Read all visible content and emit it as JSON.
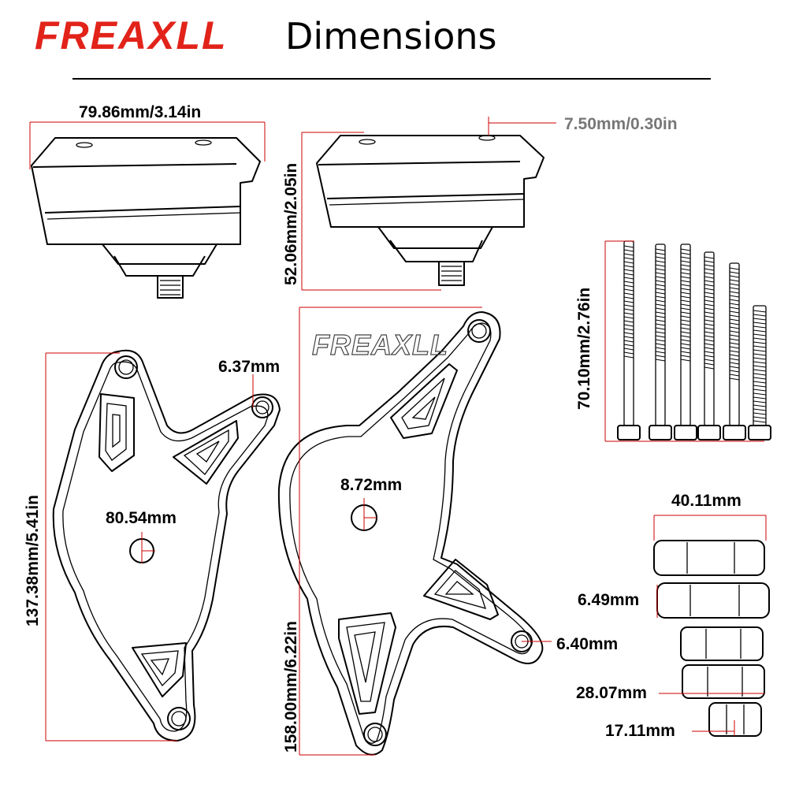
{
  "header": {
    "brand": "FREAXLL",
    "title": "Dimensions",
    "brand_color": "#e2231a"
  },
  "watermark": "FREAXLL",
  "dimensions": {
    "slider_width": "79.86mm/3.14in",
    "slider_height": "52.06mm/2.05in",
    "slider_hole": "7.50mm/0.30in",
    "bolt_length": "70.10mm/2.76in",
    "left_plate_height": "137.38mm/5.41in",
    "left_plate_hole_small": "6.37mm",
    "left_plate_center": "80.54mm",
    "right_plate_height": "158.00mm/6.22in",
    "right_plate_center": "8.72mm",
    "right_plate_hole": "6.40mm",
    "spacer_length": "40.11mm",
    "spacer_diameter": "6.49mm",
    "spacer_medium": "28.07mm",
    "spacer_short": "17.11mm"
  },
  "colors": {
    "dimension_line": "#cc0000",
    "outline": "#000000",
    "secondary_text": "#777777"
  }
}
